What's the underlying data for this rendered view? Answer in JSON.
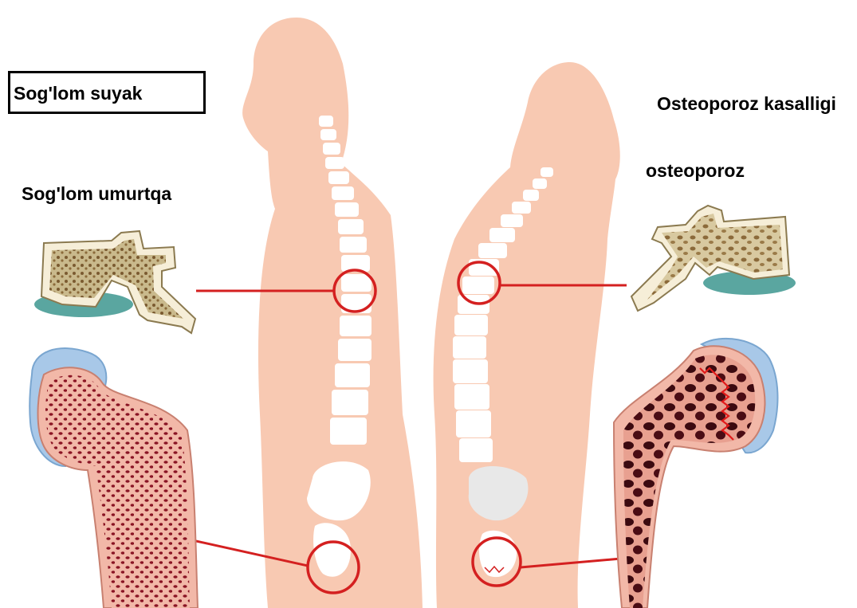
{
  "labels": {
    "healthy_bone": "Sog'lom suyak",
    "healthy_vertebra": "Sog'lom umurtqa",
    "osteoporosis_disease": "Osteoporoz kasalligi",
    "osteoporosis": "osteoporoz"
  },
  "colors": {
    "skin": "#f8c9b2",
    "bone_white": "#ffffff",
    "highlight_ring": "#d42020",
    "marrow_healthy": "#7a1020",
    "marrow_osteo": "#3c0a10",
    "bone_tan": "#c9b98c",
    "cartilage_blue": "#a8c8e8"
  }
}
